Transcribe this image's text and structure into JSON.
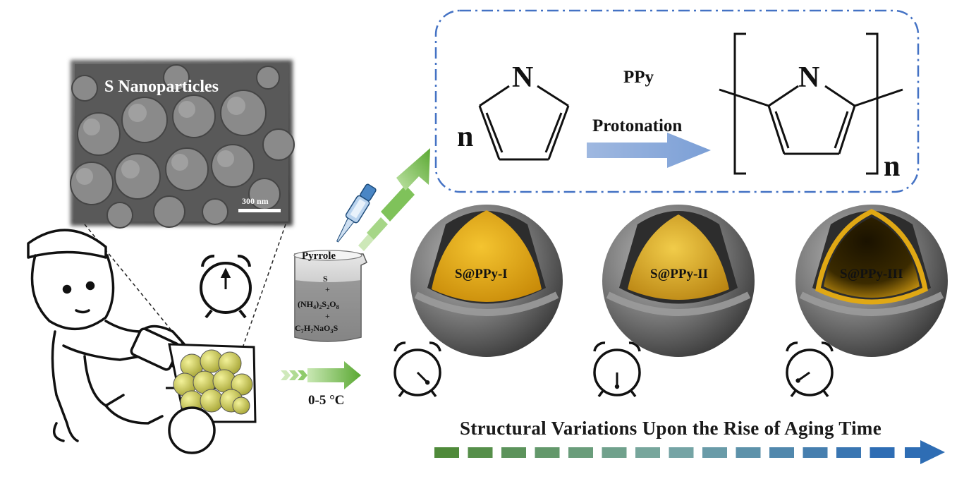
{
  "sem_image": {
    "title": "S Nanoparticles",
    "scale_bar": "300 nm"
  },
  "beaker": {
    "top_label": "Pyrrole",
    "line_s": "S",
    "plus": "+",
    "aps": {
      "pre": "(NH",
      "s1": "4",
      "mid1": ")",
      "s2": "2",
      "mid2": "S",
      "s3": "2",
      "mid3": "O",
      "s4": "8"
    },
    "sulfonate": {
      "pre": "C",
      "s1": "7",
      "mid1": "H",
      "s2": "7",
      "mid2": "NaO",
      "s3": "3",
      "end": "S"
    }
  },
  "condition": {
    "temperature": "0-5 °C"
  },
  "reaction": {
    "monomer_coefficient": "n",
    "monomer_atom": "N",
    "product_label": "PPy",
    "arrow_label": "Protonation",
    "polymer_atom": "N",
    "polymer_subscript": "n"
  },
  "spheres": [
    {
      "label": "S@PPy-I",
      "clock_hand_angle_deg": 135
    },
    {
      "label": "S@PPy-II",
      "clock_hand_angle_deg": 180
    },
    {
      "label": "S@PPy-III",
      "clock_hand_angle_deg": 235
    }
  ],
  "timeline": {
    "label": "Structural Variations Upon the Rise of Aging Time"
  },
  "colors": {
    "sulfur_core": "#e8b21a",
    "shell_gray": "#8c8c8c",
    "green_arrow": "#6cb33f",
    "reaction_arrow": "#8eaadb",
    "frame_blue": "#4472c4",
    "timeline_start": "#4f8a3a",
    "timeline_end": "#2e6db4"
  },
  "icons": [
    "worker-cartoon-icon",
    "cart-icon",
    "alarm-clock-icon",
    "pipette-icon",
    "beaker-icon"
  ]
}
